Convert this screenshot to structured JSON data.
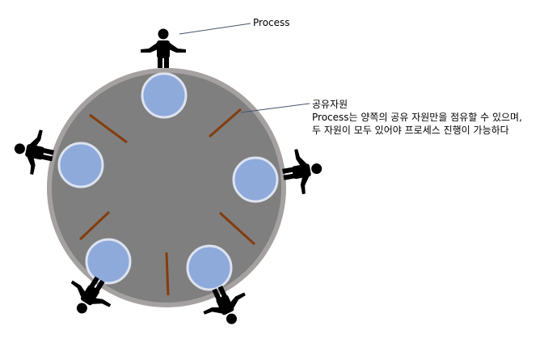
{
  "labels": {
    "process": "Process",
    "resource_title": "공유자원",
    "resource_desc_1": "Process는 양쪽의 공유 자원만을 점유할 수 있으며,",
    "resource_desc_2": "두 자원이 모두 있어야 프로세스 진행이 가능하다"
  },
  "colors": {
    "table_rim": "#a6a1a1",
    "table_top": "#7f7f7f",
    "plate_fill": "#8eaadb",
    "plate_stroke": "#dde3f0",
    "resource": "#843c0c",
    "person": "#000000",
    "leader_line": "#44546a"
  },
  "counts": {
    "processes": 5,
    "resources": 5
  },
  "icons": [
    "person-icon"
  ]
}
